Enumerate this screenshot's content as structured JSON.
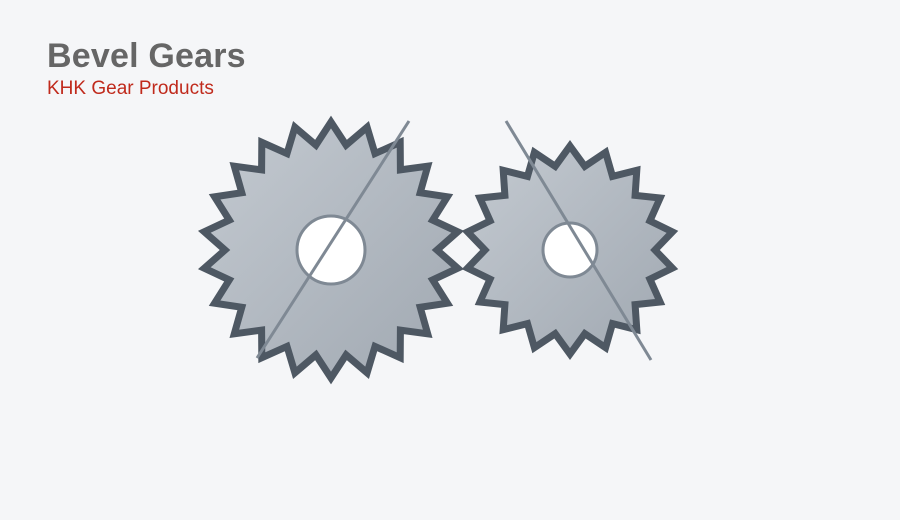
{
  "header": {
    "title": "Bevel Gears",
    "subtitle": "KHK Gear Products"
  },
  "illustration": {
    "gears": [
      {
        "name": "large-gear",
        "teeth": 22
      },
      {
        "name": "small-gear",
        "teeth": 18
      }
    ],
    "colors": {
      "background": "#f5f6f8",
      "title": "#666666",
      "subtitle": "#c02a1c",
      "gear_outline": "#4e5863",
      "gear_fill_light": "#c4cad1",
      "gear_fill_dark": "#a0a8b1",
      "axis_line": "#7f8994",
      "bore_fill": "#ffffff"
    }
  }
}
